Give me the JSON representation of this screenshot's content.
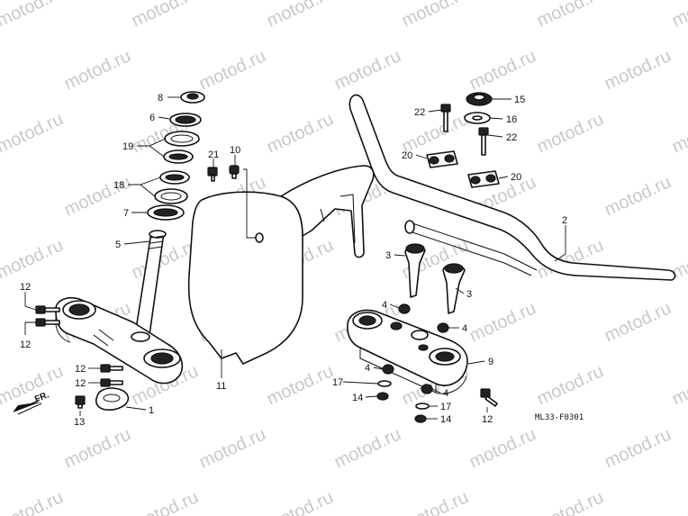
{
  "watermark": "motod.ru",
  "diagram_code": "ML33-F0301",
  "direction_label": "FR.",
  "callouts": [
    {
      "id": "c8",
      "label": "8"
    },
    {
      "id": "c6",
      "label": "6"
    },
    {
      "id": "c19",
      "label": "19"
    },
    {
      "id": "c18",
      "label": "18"
    },
    {
      "id": "c7",
      "label": "7"
    },
    {
      "id": "c5",
      "label": "5"
    },
    {
      "id": "c21",
      "label": "21"
    },
    {
      "id": "c10",
      "label": "10"
    },
    {
      "id": "c15",
      "label": "15"
    },
    {
      "id": "c22a",
      "label": "22"
    },
    {
      "id": "c16",
      "label": "16"
    },
    {
      "id": "c22b",
      "label": "22"
    },
    {
      "id": "c20a",
      "label": "20"
    },
    {
      "id": "c20b",
      "label": "20"
    },
    {
      "id": "c2",
      "label": "2"
    },
    {
      "id": "c3a",
      "label": "3"
    },
    {
      "id": "c3b",
      "label": "3"
    },
    {
      "id": "c4a",
      "label": "4"
    },
    {
      "id": "c4b",
      "label": "4"
    },
    {
      "id": "c12a",
      "label": "12"
    },
    {
      "id": "c12b",
      "label": "12"
    },
    {
      "id": "c12c",
      "label": "12"
    },
    {
      "id": "c12d",
      "label": "12"
    },
    {
      "id": "c12e",
      "label": "12"
    },
    {
      "id": "c11",
      "label": "11"
    },
    {
      "id": "c9",
      "label": "9"
    },
    {
      "id": "c4c",
      "label": "4"
    },
    {
      "id": "c17a",
      "label": "17"
    },
    {
      "id": "c14a",
      "label": "14"
    },
    {
      "id": "c4d",
      "label": "4"
    },
    {
      "id": "c17b",
      "label": "17"
    },
    {
      "id": "c14b",
      "label": "14"
    },
    {
      "id": "c1",
      "label": "1"
    },
    {
      "id": "c13",
      "label": "13"
    }
  ]
}
